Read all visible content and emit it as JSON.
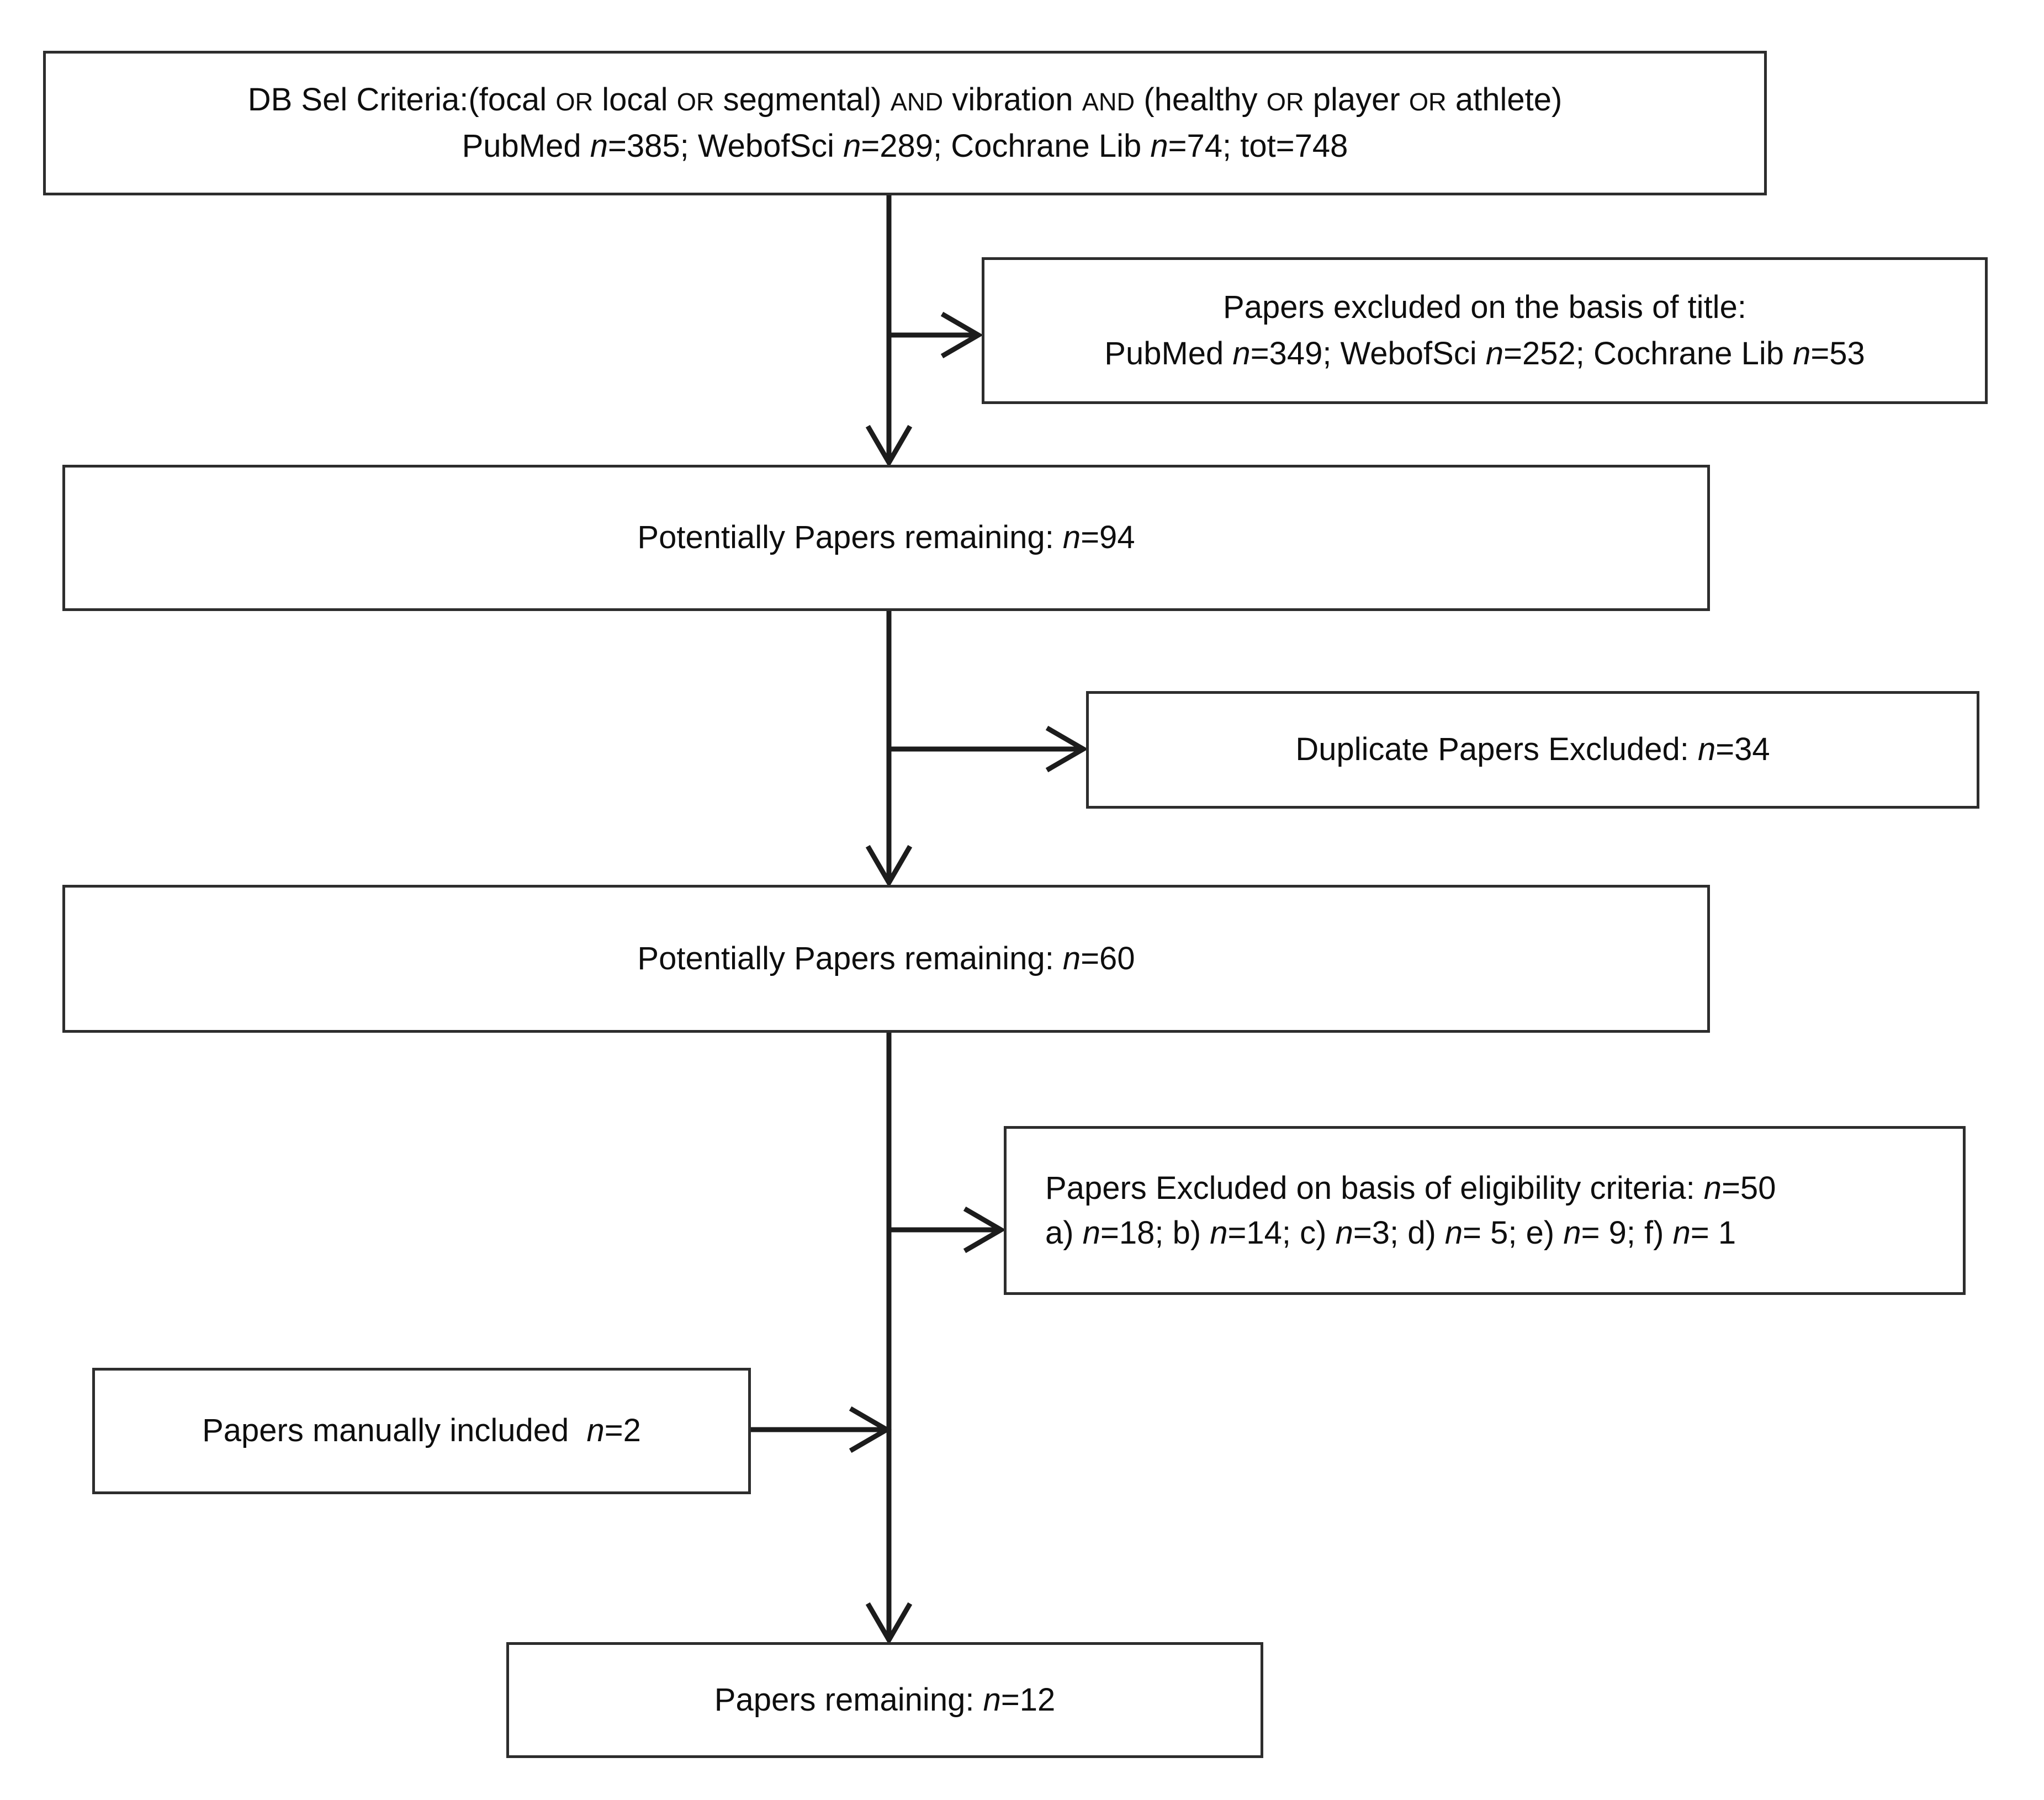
{
  "colors": {
    "paper": "#ffffff",
    "ink": "#0e0e0e",
    "line": "#1c1c1c",
    "border": "#2d2d2d"
  },
  "boxes": {
    "db_criteria": {
      "line1": "DB Sel Criteria:(focal OR local OR segmental) AND vibration AND (healthy OR player OR athlete)",
      "line2": "PubMed n=385; WebofSci n=289; Cochrane Lib n=74; tot=748"
    },
    "excluded_title": {
      "line1": "Papers excluded on the basis of title:",
      "line2": "PubMed n=349; WebofSci n=252; Cochrane Lib n=53"
    },
    "remaining_94": {
      "text": "Potentially Papers remaining: n=94"
    },
    "duplicates_excluded": {
      "text": "Duplicate Papers Excluded: n=34"
    },
    "remaining_60": {
      "text": "Potentially Papers remaining: n=60"
    },
    "excluded_eligibility": {
      "line1": "Papers Excluded on basis of eligibility criteria: n=50",
      "line2": "a) n=18; b) n=14; c) n=3; d) n= 5; e) n= 9; f) n= 1"
    },
    "manually_included": {
      "text": "Papers manually included  n=2"
    },
    "remaining_12": {
      "text": "Papers remaining: n=12"
    }
  }
}
